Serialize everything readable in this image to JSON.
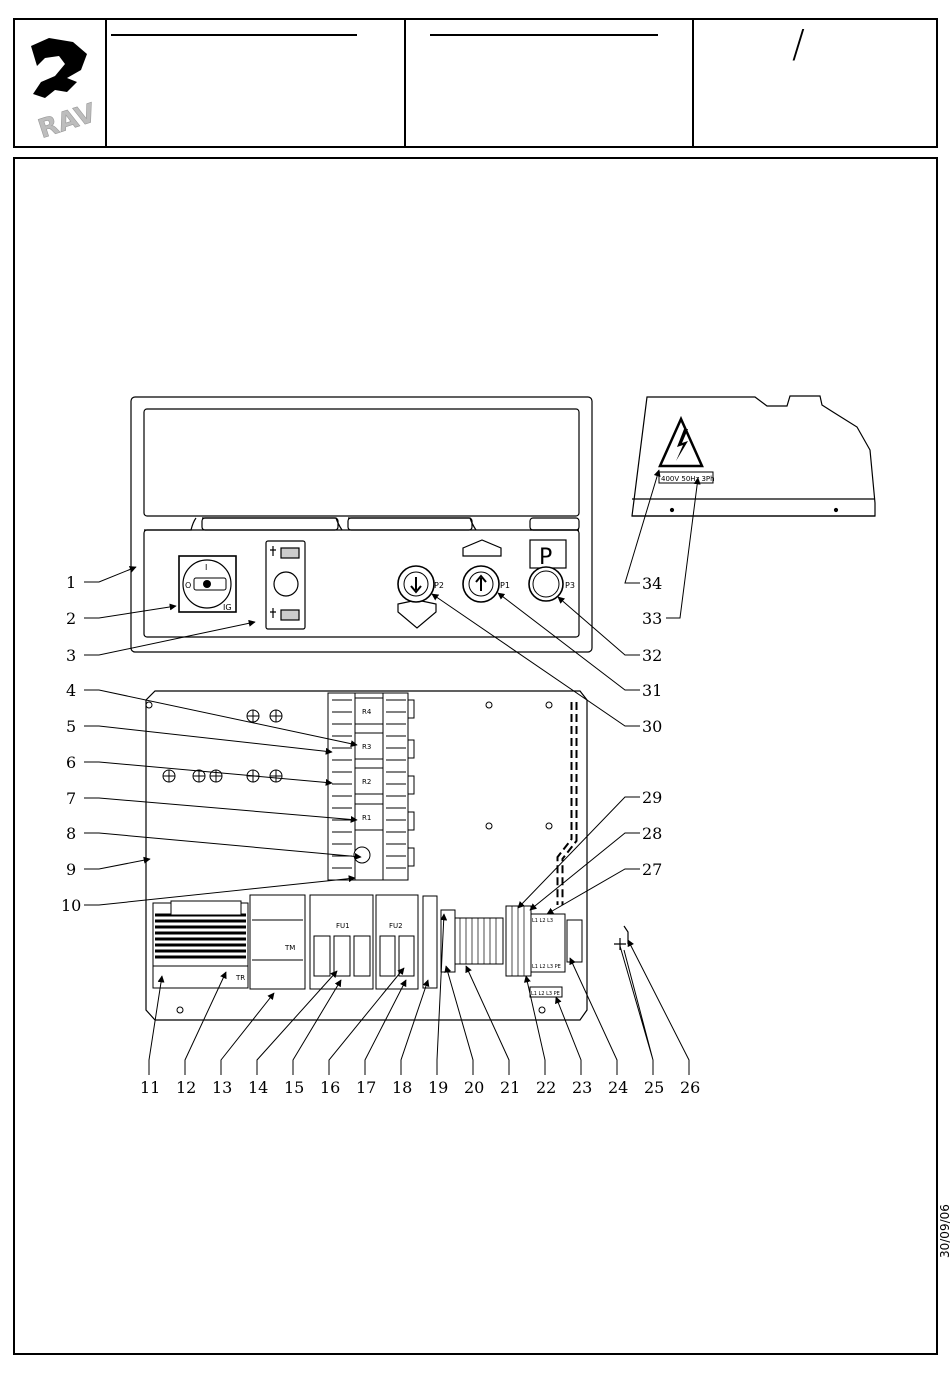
{
  "header": {
    "logo_text": "RAV",
    "slash": "/"
  },
  "date": "30/09/06",
  "panel": {
    "switch_label": "IG",
    "btn_down": "P2",
    "btn_up": "P1",
    "btn_p": "P3",
    "p_symbol": "P"
  },
  "box": {
    "warning_rating": "400V 50Hz 3Ph"
  },
  "components": {
    "relays": [
      "R4",
      "R3",
      "R2",
      "R1"
    ],
    "transformer": "TR",
    "contactor": "TM",
    "fuse1": "FU1",
    "fuse2": "FU2",
    "terminals_main": "L1 L2 L3",
    "terminals_lower": "L1 L2 L3 PE",
    "terminals_ext": "L1 L2 L3 PE"
  },
  "callouts_left": [
    "1",
    "2",
    "3",
    "4",
    "5",
    "6",
    "7",
    "8",
    "9",
    "10"
  ],
  "callouts_bottom": [
    "11",
    "12",
    "13",
    "14",
    "15",
    "16",
    "17",
    "18",
    "19",
    "20",
    "21",
    "22",
    "23",
    "24",
    "25",
    "26"
  ],
  "callouts_right": [
    "34",
    "33",
    "32",
    "31",
    "30",
    "29",
    "28",
    "27"
  ]
}
